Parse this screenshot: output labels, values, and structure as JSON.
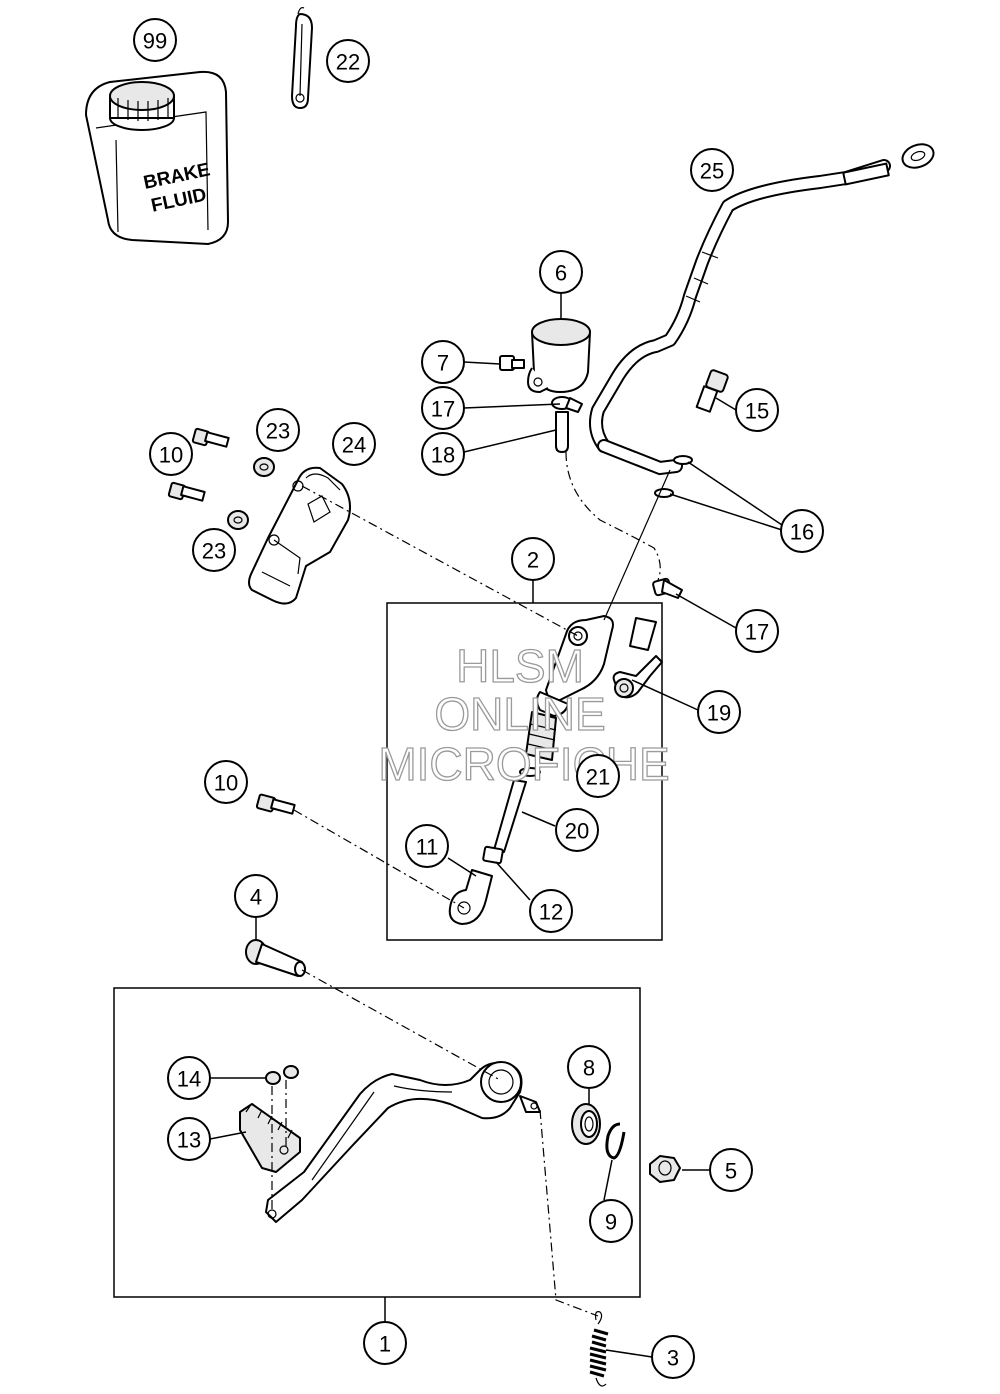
{
  "callouts": {
    "c99": "99",
    "c22": "22",
    "c25": "25",
    "c6": "6",
    "c7": "7",
    "c17a": "17",
    "c18": "18",
    "c15": "15",
    "c10a": "10",
    "c23a": "23",
    "c24": "24",
    "c23b": "23",
    "c16": "16",
    "c2": "2",
    "c17b": "17",
    "c19": "19",
    "c21": "21",
    "c10b": "10",
    "c20": "20",
    "c11": "11",
    "c12": "12",
    "c4": "4",
    "c8": "8",
    "c14": "14",
    "c13": "13",
    "c5": "5",
    "c9": "9",
    "c1": "1",
    "c3": "3"
  },
  "bottle": {
    "label_line1": "BRAKE",
    "label_line2": "FLUID"
  },
  "watermark": {
    "line1": "HLSM",
    "line2": "ONLINE",
    "line3": "MICROFICHE"
  }
}
